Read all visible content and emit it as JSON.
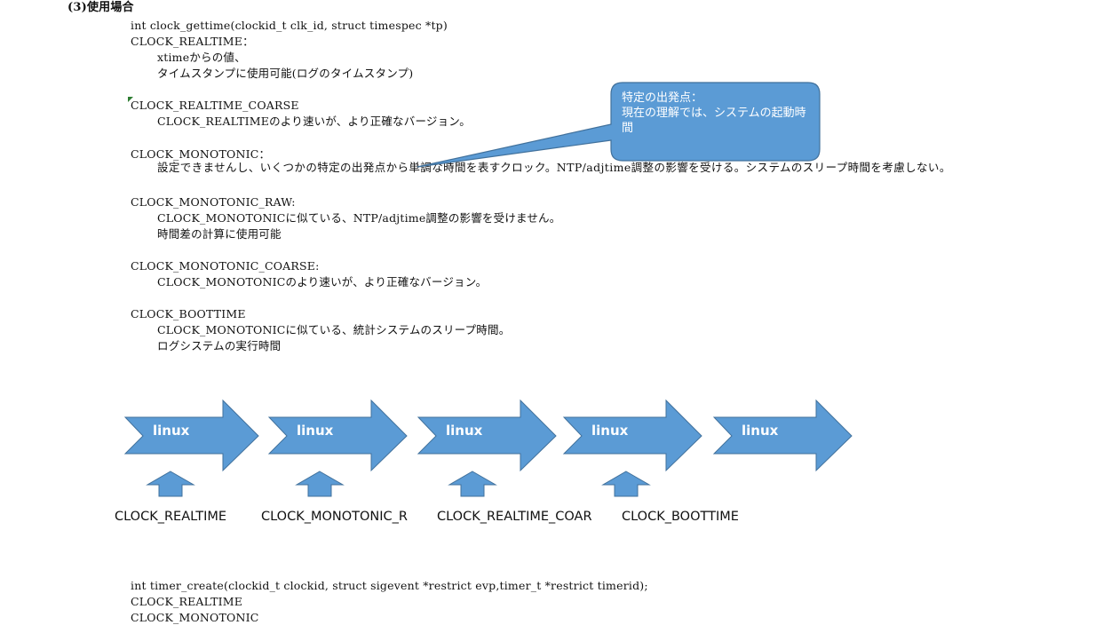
{
  "heading": "(3)使用場合",
  "section1": {
    "signature": "int clock_gettime(clockid_t clk_id, struct timespec *tp)",
    "items": [
      {
        "name": "CLOCK_REALTIME：",
        "lines": [
          "xtimeからの値、",
          "タイムスタンプに使用可能(ログのタイムスタンプ)"
        ]
      },
      {
        "name": "CLOCK_REALTIME_COARSE",
        "lines": [
          "CLOCK_REALTIMEのより速いが、より正確なバージョン。"
        ]
      },
      {
        "name": "CLOCK_MONOTONIC：",
        "lines": [
          "設定できませんし、いくつかの特定の出発点から単調な時間を表すクロック。NTP/adjtime調整の影響を受ける。システムのスリープ時間を考慮しない。"
        ]
      },
      {
        "name": "CLOCK_MONOTONIC_RAW:",
        "lines": [
          "CLOCK_MONOTONICに似ている、NTP/adjtime調整の影響を受けません。",
          "時間差の計算に使用可能"
        ]
      },
      {
        "name": "CLOCK_MONOTONIC_COARSE:",
        "lines": [
          "CLOCK_MONOTONICのより速いが、より正確なバージョン。"
        ]
      },
      {
        "name": "CLOCK_BOOTTIME",
        "lines": [
          "CLOCK_MONOTONICに似ている、統計システムのスリープ時間。",
          "ログシステムの実行時間"
        ]
      }
    ]
  },
  "callout": {
    "line1": "特定の出発点：",
    "line2": "現在の理解では、システムの起動時間"
  },
  "diagram": {
    "arrow_labels": [
      "linux",
      "linux",
      "linux",
      "linux",
      "linux"
    ],
    "captions": [
      "CLOCK_REALTIME",
      "CLOCK_MONOTONIC_R",
      "CLOCK_REALTIME_COAR",
      "CLOCK_BOOTTIME"
    ],
    "fill": "#5b9bd5",
    "stroke": "#41719c"
  },
  "section2": {
    "signature": "int timer_create(clockid_t clockid, struct sigevent *restrict evp,timer_t *restrict timerid);",
    "lines": [
      "CLOCK_REALTIME",
      "CLOCK_MONOTONIC"
    ]
  }
}
